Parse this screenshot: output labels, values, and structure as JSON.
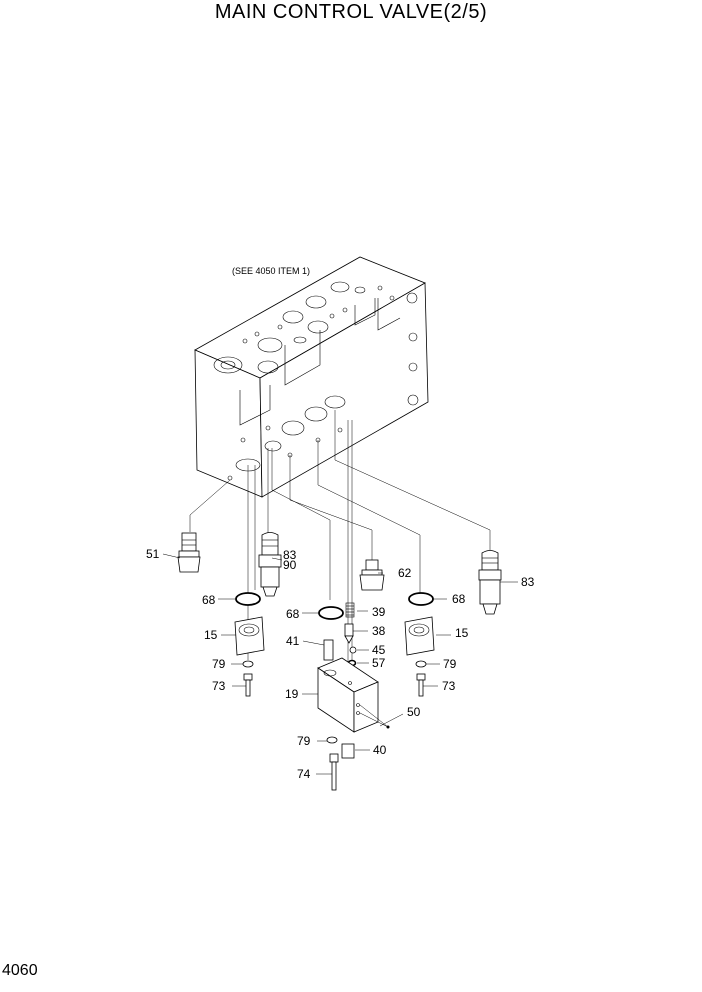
{
  "title": "MAIN CONTROL VALVE(2/5)",
  "page_number": "4060",
  "reference_note": "(SEE 4050 ITEM 1)",
  "labels": {
    "l51": "51",
    "l83a": "83",
    "l90": "90",
    "l62": "62",
    "l83b": "83",
    "l68a": "68",
    "l68b": "68",
    "l68c": "68",
    "l39": "39",
    "l38": "38",
    "l15a": "15",
    "l15b": "15",
    "l41": "41",
    "l45": "45",
    "l57": "57",
    "l79a": "79",
    "l79b": "79",
    "l73a": "73",
    "l73b": "73",
    "l19": "19",
    "l50": "50",
    "l79c": "79",
    "l40": "40",
    "l74": "74"
  }
}
